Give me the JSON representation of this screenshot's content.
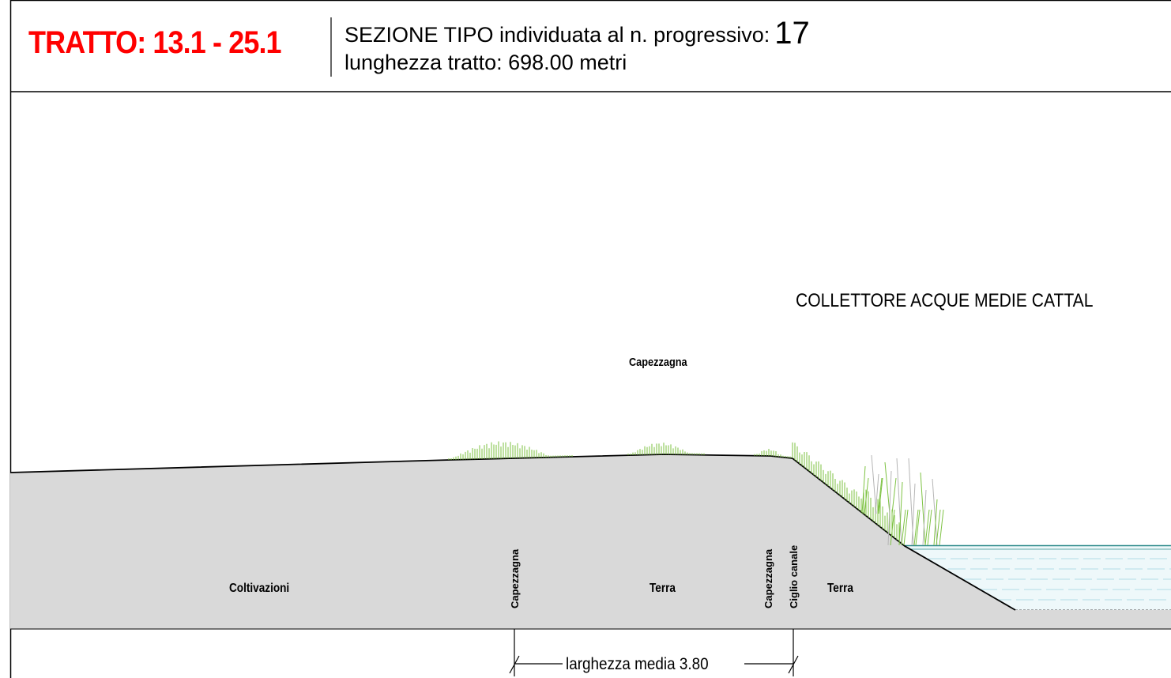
{
  "header": {
    "tratto_label": "TRATTO: 13.1 - 25.1",
    "sezione_label": "SEZIONE TIPO individuata al n. progressivo:",
    "progressivo_number": "17",
    "lunghezza_label": "lunghezza tratto: 698.00 metri"
  },
  "section": {
    "canal_name": "COLLETTORE ACQUE MEDIE CATTAL",
    "top_label": "Capezzagna",
    "zones": {
      "coltivazioni": "Coltivazioni",
      "capezzagna_left": "Capezzagna",
      "terra_center": "Terra",
      "capezzagna_right": "Capezzagna",
      "ciglio_canale": "Ciglio canale",
      "terra_right": "Terra"
    },
    "dimension_label": "larghezza media 3.80"
  },
  "colors": {
    "tratto_red": "#ff0000",
    "ground_fill": "#d9d9d9",
    "vegetation_green": "#7dc242",
    "reed_gray": "#b5b5b5",
    "water_line": "#2e8b8b",
    "water_fill": "#eaf6f9"
  }
}
